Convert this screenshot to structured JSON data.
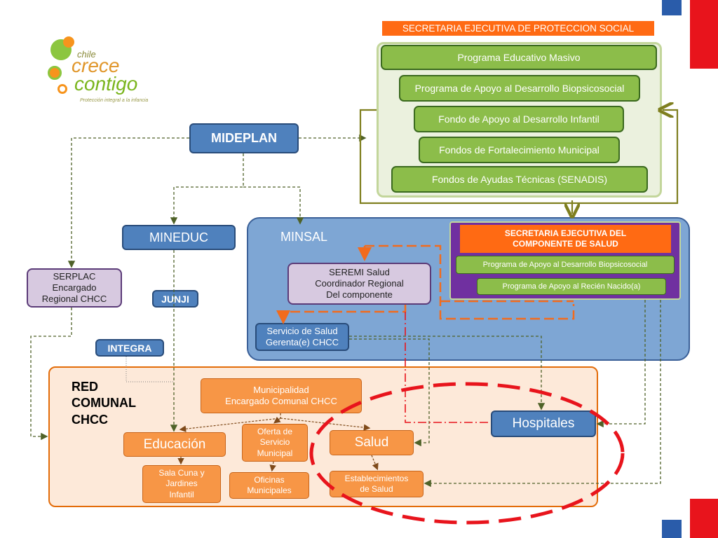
{
  "logo": {
    "country": "chile",
    "line1": "crece",
    "line2": "contigo",
    "tagline": "Protección integral a la infancia"
  },
  "colors": {
    "green": "#8cbd4a",
    "blue": "#4f81bd",
    "orange": "#f79646",
    "purple": "#7030a0",
    "lilac": "#d7c9e0",
    "red": "#e8141c",
    "arrow": "#4f6228"
  },
  "secretaria_social": {
    "title": "SECRETARIA EJECUTIVA DE PROTECCION SOCIAL",
    "programs": [
      "Programa Educativo Masivo",
      "Programa de Apoyo al Desarrollo Biopsicosocial",
      "Fondo de Apoyo al Desarrollo Infantil",
      "Fondos de Fortalecimiento Municipal",
      "Fondos de Ayudas Técnicas (SENADIS)"
    ]
  },
  "mideplan": "MIDEPLAN",
  "mineduc": "MINEDUC",
  "junji": "JUNJI",
  "integra": "INTEGRA",
  "serplac": "SERPLAC\nEncargado\nRegional CHCC",
  "minsal": {
    "label": "MINSAL",
    "seremi": "SEREMI Salud\nCoordinador  Regional\nDel componente",
    "servicio": "Servicio de Salud\nGerenta(e) CHCC",
    "secretaria_salud": {
      "title": "SECRETARIA EJECUTIVA DEL\nCOMPONENTE DE SALUD",
      "programs": [
        "Programa de Apoyo al Desarrollo Biopsicosocial",
        "Programa de Apoyo al Recién Nacido(a)"
      ]
    }
  },
  "red_comunal": {
    "label": "RED\nCOMUNAL\nCHCC",
    "municipalidad": "Municipalidad\nEncargado Comunal CHCC",
    "educacion": "Educación",
    "oferta": "Oferta de\nServicio\nMunicipal",
    "salud": "Salud",
    "sala_cuna": "Sala Cuna y\nJardines\nInfantil",
    "oficinas": "Oficinas\nMunicipales",
    "establecimientos": "Establecimientos\nde Salud"
  },
  "hospitales": "Hospitales"
}
